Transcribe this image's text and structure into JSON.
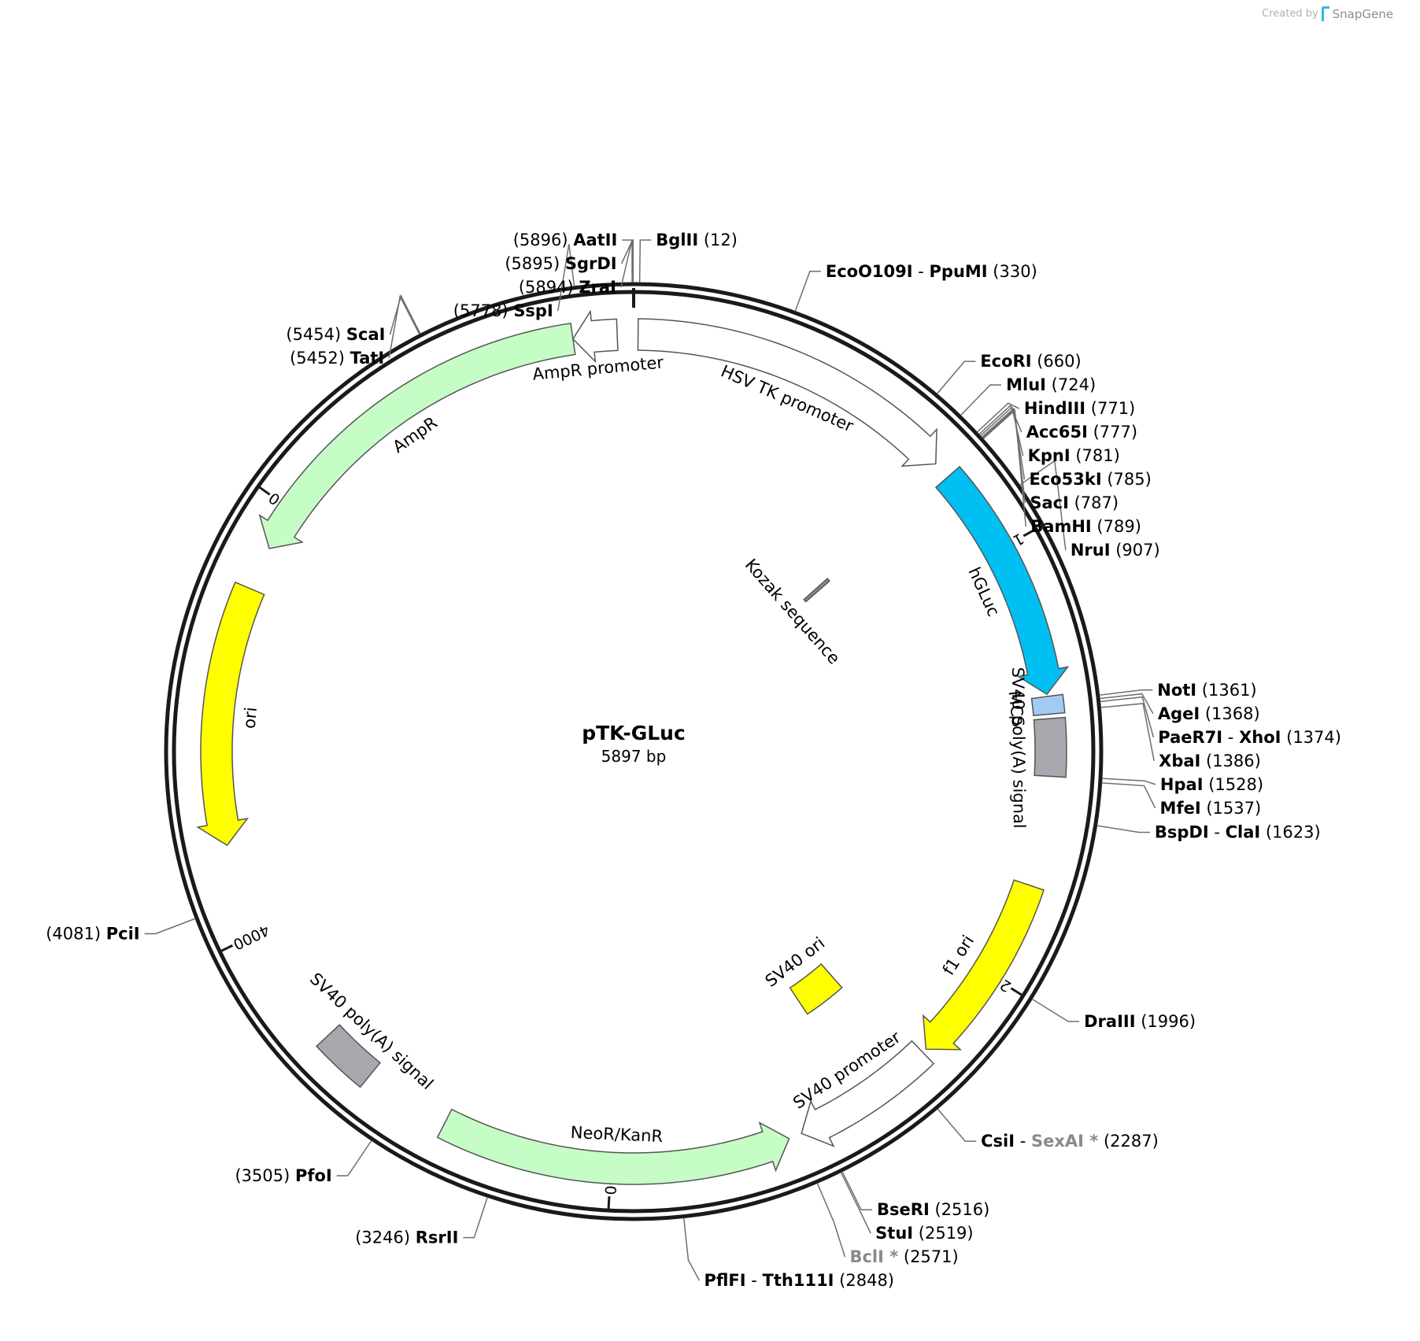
{
  "credit": {
    "prefix": "Created by",
    "brand": "SnapGene"
  },
  "plasmid": {
    "name": "pTK-GLuc",
    "length_label": "5897 bp",
    "length": 5897
  },
  "colors": {
    "backbone": "#1a1a1a",
    "leader": "#6e6e6e",
    "label": "#000000",
    "grey_site": "#8a8a8a"
  },
  "ticks": [
    {
      "pos": 1000,
      "label": "1000"
    },
    {
      "pos": 2000,
      "label": "2000"
    },
    {
      "pos": 3000,
      "label": "3000"
    },
    {
      "pos": 4000,
      "label": "4000"
    },
    {
      "pos": 5000,
      "label": "5000"
    }
  ],
  "features": [
    {
      "name": "HSV TK promoter",
      "start": 10,
      "end": 760,
      "strand": 1,
      "color": "#ffffff",
      "arrow": true,
      "ring": 1
    },
    {
      "name": "hGLuc",
      "start": 800,
      "end": 1345,
      "strand": 1,
      "color": "#00bff3",
      "arrow": true,
      "ring": 1
    },
    {
      "name": "MCS",
      "start": 1350,
      "end": 1390,
      "strand": 0,
      "color": "#a3cbf2",
      "arrow": false,
      "ring": 1
    },
    {
      "name": "SV40 poly(A) signal",
      "start": 1400,
      "end": 1530,
      "strand": 0,
      "color": "#a6a8ad",
      "arrow": false,
      "ring": 1
    },
    {
      "name": "f1 ori",
      "start": 1780,
      "end": 2220,
      "strand": 1,
      "color": "#ffff00",
      "arrow": true,
      "ring": 1
    },
    {
      "name": "SV40 promoter",
      "start": 2230,
      "end": 2560,
      "strand": 1,
      "color": "#ffffff",
      "arrow": true,
      "ring": 1
    },
    {
      "name": "SV40 ori",
      "start": 2270,
      "end": 2400,
      "strand": 0,
      "color": "#ffff00",
      "arrow": false,
      "ring": 2
    },
    {
      "name": "NeoR/KanR",
      "start": 2590,
      "end": 3390,
      "strand": -1,
      "color": "#c6fcc6",
      "arrow": true,
      "ring": 1
    },
    {
      "name": "SV40 poly(A) signal",
      "start": 3590,
      "end": 3720,
      "strand": 0,
      "color": "#a6a8ad",
      "arrow": false,
      "ring": 1
    },
    {
      "name": "ori",
      "start": 4210,
      "end": 4800,
      "strand": -1,
      "color": "#ffff00",
      "arrow": true,
      "ring": 1
    },
    {
      "name": "AmpR",
      "start": 4900,
      "end": 5760,
      "strand": -1,
      "color": "#c6fcc6",
      "arrow": true,
      "ring": 1
    },
    {
      "name": "AmpR promoter",
      "start": 5760,
      "end": 5860,
      "strand": -1,
      "color": "#ffffff",
      "arrow": true,
      "ring": 1
    },
    {
      "name": "Kozak sequence",
      "start": 790,
      "end": 802,
      "strand": 0,
      "color": "#8a8a8a",
      "arrow": false,
      "ring": 3
    }
  ],
  "sites": [
    {
      "names": [
        "SgrDI"
      ],
      "num": "(5895)",
      "pos": 5895
    },
    {
      "names": [
        "ZraI"
      ],
      "num": "(5894)",
      "pos": 5894
    },
    {
      "names": [
        "AatII"
      ],
      "num": "(5896)",
      "pos": 5896
    },
    {
      "names": [
        "BglII"
      ],
      "num": "(12)",
      "pos": 12
    },
    {
      "names": [
        "SspI"
      ],
      "num": "(5778)",
      "pos": 5778
    },
    {
      "names": [
        "ScaI"
      ],
      "num": "(5454)",
      "pos": 5454
    },
    {
      "names": [
        "TatI"
      ],
      "num": "(5452)",
      "pos": 5452
    },
    {
      "names": [
        "EcoO109I",
        "PpuMI"
      ],
      "num": "(330)",
      "pos": 330
    },
    {
      "names": [
        "EcoRI"
      ],
      "num": "(660)",
      "pos": 660
    },
    {
      "names": [
        "MluI"
      ],
      "num": "(724)",
      "pos": 724
    },
    {
      "names": [
        "HindIII"
      ],
      "num": "(771)",
      "pos": 771
    },
    {
      "names": [
        "Acc65I"
      ],
      "num": "(777)",
      "pos": 777
    },
    {
      "names": [
        "KpnI"
      ],
      "num": "(781)",
      "pos": 781
    },
    {
      "names": [
        "Eco53kI"
      ],
      "num": "(785)",
      "pos": 785
    },
    {
      "names": [
        "SacI"
      ],
      "num": "(787)",
      "pos": 787
    },
    {
      "names": [
        "BamHI"
      ],
      "num": "(789)",
      "pos": 789
    },
    {
      "names": [
        "NruI"
      ],
      "num": "(907)",
      "pos": 907
    },
    {
      "names": [
        "NotI"
      ],
      "num": "(1361)",
      "pos": 1361
    },
    {
      "names": [
        "AgeI"
      ],
      "num": "(1368)",
      "pos": 1368
    },
    {
      "names": [
        "PaeR7I",
        "XhoI"
      ],
      "num": "(1374)",
      "pos": 1374
    },
    {
      "names": [
        "XbaI"
      ],
      "num": "(1386)",
      "pos": 1386
    },
    {
      "names": [
        "HpaI"
      ],
      "num": "(1528)",
      "pos": 1528
    },
    {
      "names": [
        "MfeI"
      ],
      "num": "(1537)",
      "pos": 1537
    },
    {
      "names": [
        "BspDI",
        "ClaI"
      ],
      "num": "(1623)",
      "pos": 1623
    },
    {
      "names": [
        "DraIII"
      ],
      "num": "(1996)",
      "pos": 1996
    },
    {
      "names": [
        "CsiI",
        "SexAI *"
      ],
      "num": "(2287)",
      "pos": 2287,
      "grey_index": 1
    },
    {
      "names": [
        "BseRI"
      ],
      "num": "(2516)",
      "pos": 2516
    },
    {
      "names": [
        "StuI"
      ],
      "num": "(2519)",
      "pos": 2519
    },
    {
      "names": [
        "BclI *"
      ],
      "num": "(2571)",
      "pos": 2571,
      "grey_index": 0
    },
    {
      "names": [
        "PflFI",
        "Tth111I"
      ],
      "num": "(2848)",
      "pos": 2848
    },
    {
      "names": [
        "RsrII"
      ],
      "num": "(3246)",
      "pos": 3246
    },
    {
      "names": [
        "PfoI"
      ],
      "num": "(3505)",
      "pos": 3505
    },
    {
      "names": [
        "PciI"
      ],
      "num": "(4081)",
      "pos": 4081
    }
  ]
}
